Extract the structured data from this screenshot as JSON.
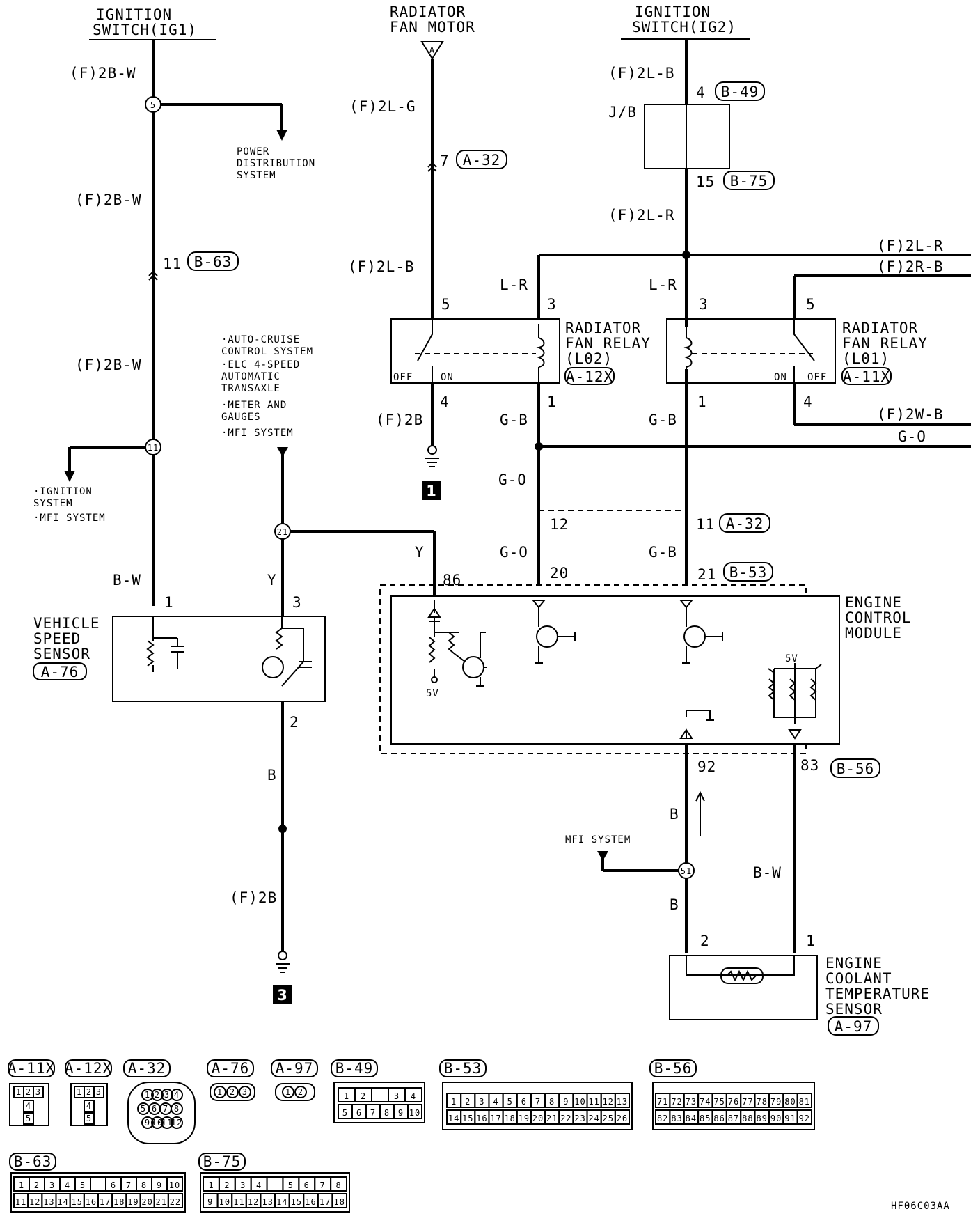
{
  "title": "",
  "components": {
    "ignition_switch_ig1": [
      "IGNITION",
      "SWITCH(IG1)"
    ],
    "radiator_fan_motor": [
      "RADIATOR",
      "FAN MOTOR"
    ],
    "ignition_switch_ig2": [
      "IGNITION",
      "SWITCH(IG2)"
    ],
    "power_distribution": [
      "POWER",
      "DISTRIBUTION",
      "SYSTEM"
    ],
    "auto_cruise_list": [
      "·AUTO-CRUISE",
      " CONTROL SYSTEM",
      "·ELC 4-SPEED",
      " AUTOMATIC",
      " TRANSAXLE",
      "·METER AND",
      " GAUGES",
      "·MFI SYSTEM"
    ],
    "ignition_list": [
      "·IGNITION",
      " SYSTEM",
      "·MFI SYSTEM"
    ],
    "relay_l02": [
      "RADIATOR",
      "FAN RELAY",
      "(L02)"
    ],
    "relay_l01": [
      "RADIATOR",
      "FAN RELAY",
      "(L01)"
    ],
    "vss": [
      "VEHICLE",
      "SPEED",
      "SENSOR"
    ],
    "ecm": [
      "ENGINE",
      "CONTROL",
      "MODULE"
    ],
    "ect": [
      "ENGINE",
      "COOLANT",
      "TEMPERATURE",
      "SENSOR"
    ],
    "mfi_system": "MFI SYSTEM",
    "jb": "J/B"
  },
  "wires": {
    "w_2BW_1": "(F)2B-W",
    "w_2BW_2": "(F)2B-W",
    "w_2BW_3": "(F)2B-W",
    "w_2LG": "(F)2L-G",
    "w_2LB_a": "(F)2L-B",
    "w_2LB_b": "(F)2L-B",
    "w_2LR": "(F)2L-R",
    "w_2LR_right": "(F)2L-R",
    "w_2RB": "(F)2R-B",
    "w_2WB": "(F)2W-B",
    "w_GO_right": "G-O",
    "w_LR_1": "L-R",
    "w_LR_2": "L-R",
    "w_2B_1": "(F)2B",
    "w_2B_2": "(F)2B",
    "w_GB_1": "G-B",
    "w_GB_2": "G-B",
    "w_GB_3": "G-B",
    "w_GO_1": "G-O",
    "w_GO_2": "G-O",
    "w_BW": "B-W",
    "w_Y_1": "Y",
    "w_Y_2": "Y",
    "w_B_1": "B",
    "w_B_2": "B",
    "w_B_3": "B",
    "w_BW_2": "B-W"
  },
  "pins": {
    "p4": "4",
    "p15": "15",
    "p7": "7",
    "p11": "11",
    "p5a": "5",
    "p3a": "3",
    "p3b": "3",
    "p5b": "5",
    "p4a": "4",
    "p1a": "1",
    "p1b": "1",
    "p4b": "4",
    "p12": "12",
    "p11b": "11",
    "p20": "20",
    "p21": "21",
    "p86": "86",
    "p1c": "1",
    "p3c": "3",
    "p2": "2",
    "p92": "92",
    "p83": "83",
    "p2b": "2",
    "p1d": "1"
  },
  "connector_tags": {
    "B49": "B-49",
    "B75": "B-75",
    "A32a": "A-32",
    "B63": "B-63",
    "A12X": "A-12X",
    "A11X": "A-11X",
    "A32b": "A-32",
    "B53": "B-53",
    "A76": "A-76",
    "B56": "B-56",
    "A97": "A-97"
  },
  "junctions": {
    "j5": "5",
    "j11": "11",
    "j21": "21",
    "j51": "51"
  },
  "relay_terms": {
    "off_l": "OFF",
    "on_l": "ON",
    "on_r": "ON",
    "off_r": "OFF"
  },
  "ecm_5v_a": "5V",
  "ecm_5v_b": "5V",
  "motor_A": "A",
  "ground_refs": {
    "g1": "1",
    "g3": "3"
  },
  "legend": {
    "labels": [
      "A-11X",
      "A-12X",
      "A-32",
      "A-76",
      "A-97",
      "B-49",
      "B-53",
      "B-56",
      "B-63",
      "B-75"
    ],
    "a11x": [
      "1",
      "2",
      "3",
      "4",
      "5"
    ],
    "a12x": [
      "1",
      "2",
      "3",
      "4",
      "5"
    ],
    "a32": [
      "1",
      "2",
      "3",
      "4",
      "5",
      "6",
      "7",
      "8",
      "9",
      "10",
      "11",
      "12"
    ],
    "a76": [
      "1",
      "2",
      "3"
    ],
    "a97": [
      "1",
      "2"
    ],
    "b49": [
      "1",
      "2",
      "",
      "3",
      "4",
      "5",
      "6",
      "7",
      "8",
      "9",
      "10"
    ],
    "b53_top": [
      "1",
      "2",
      "3",
      "4",
      "5",
      "6",
      "7",
      "8",
      "9",
      "10",
      "11",
      "12",
      "13"
    ],
    "b53_bot": [
      "14",
      "15",
      "16",
      "17",
      "18",
      "19",
      "20",
      "21",
      "22",
      "23",
      "24",
      "25",
      "26"
    ],
    "b56_top": [
      "71",
      "72",
      "73",
      "74",
      "75",
      "76",
      "77",
      "78",
      "79",
      "80",
      "81"
    ],
    "b56_bot": [
      "82",
      "83",
      "84",
      "85",
      "86",
      "87",
      "88",
      "89",
      "90",
      "91",
      "92"
    ],
    "b63_top": [
      "1",
      "2",
      "3",
      "4",
      "5",
      "",
      "6",
      "7",
      "8",
      "9",
      "10"
    ],
    "b63_bot": [
      "11",
      "12",
      "13",
      "14",
      "15",
      "16",
      "17",
      "18",
      "19",
      "20",
      "21",
      "22"
    ],
    "b75_top": [
      "1",
      "2",
      "3",
      "4",
      "",
      "5",
      "6",
      "7",
      "8"
    ],
    "b75_bot": [
      "9",
      "10",
      "11",
      "12",
      "13",
      "14",
      "15",
      "16",
      "17",
      "18"
    ]
  },
  "figure_code": "HF06C03AA"
}
